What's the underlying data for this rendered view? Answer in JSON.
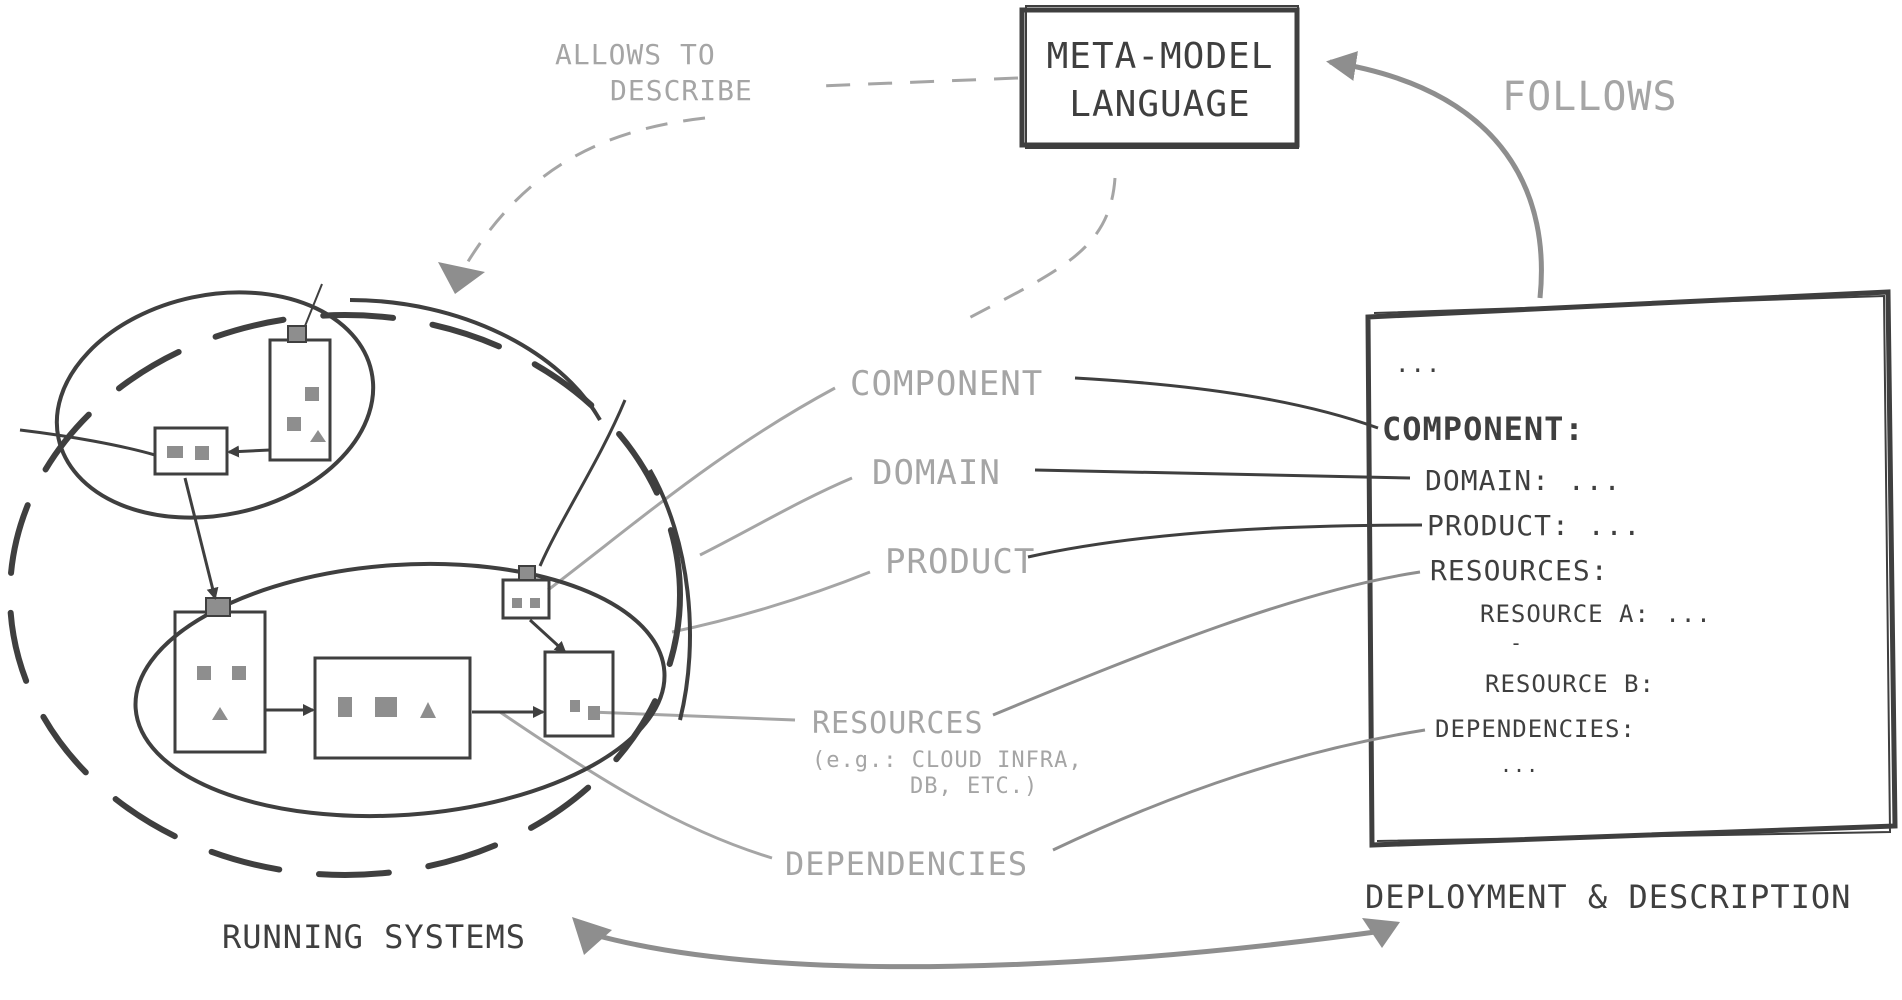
{
  "meta_model": {
    "line1": "META-MODEL",
    "line2": "LANGUAGE"
  },
  "allows_to_describe": {
    "line1": "ALLOWS TO",
    "line2": "DESCRIBE"
  },
  "follows": "FOLLOWS",
  "concepts": {
    "component": "COMPONENT",
    "domain": "DOMAIN",
    "product": "PRODUCT",
    "resources": "RESOURCES",
    "resources_note_1": "(e.g.: CLOUD INFRA,",
    "resources_note_2": "DB, ETC.)",
    "dependencies": "DEPENDENCIES"
  },
  "deployment": {
    "ellipsis_top": "...",
    "component": "COMPONENT:",
    "domain": "DOMAIN: ...",
    "product": "PRODUCT: ...",
    "resources": "RESOURCES:",
    "resource_a": "RESOURCE A: ...",
    "resource_gap": "-",
    "resource_b": "RESOURCE B:",
    "dependencies": "DEPENDENCIES:",
    "ellipsis_bottom": "...",
    "caption": "DEPLOYMENT & DESCRIPTION"
  },
  "running_systems": "RUNNING SYSTEMS",
  "colors": {
    "ink_dark": "#3f3f3f",
    "ink_mid": "#8e8e8e",
    "ink_light": "#a5a5a5"
  }
}
